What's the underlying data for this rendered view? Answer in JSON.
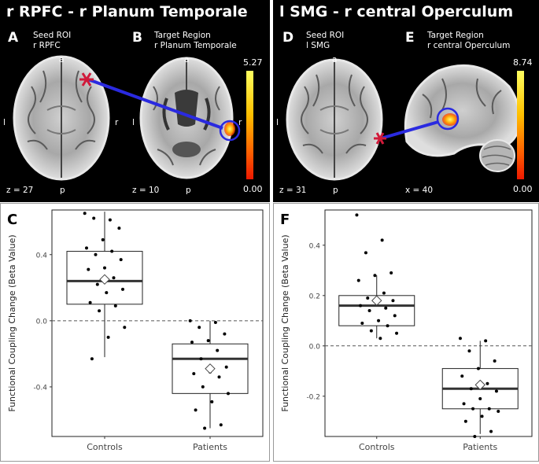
{
  "panel_left": {
    "title": "r RPFC - r Planum Temporale",
    "A": {
      "letter": "A",
      "line1": "Seed ROI",
      "line2": "r RPFC",
      "z": "z = 27"
    },
    "B": {
      "letter": "B",
      "line1": "Target Region",
      "line2": "r Planum Temporale",
      "z": "z = 10",
      "cbar_max": "5.27",
      "cbar_min": "0.00"
    }
  },
  "panel_right": {
    "title": "l SMG - r central Operculum",
    "D": {
      "letter": "D",
      "line1": "Seed ROI",
      "line2": "l SMG",
      "z": "z = 31"
    },
    "E": {
      "letter": "E",
      "line1": "Target Region",
      "line2": "r central Operculum",
      "x": "x = 40",
      "cbar_max": "8.74",
      "cbar_min": "0.00"
    }
  },
  "orient": {
    "a": "a",
    "p": "p",
    "l": "l",
    "r": "r"
  },
  "chart_data": [
    {
      "type": "box",
      "panel": "C",
      "ylabel": "Functional Coupling Change (Beta Value)",
      "categories": [
        "Controls",
        "Patients"
      ],
      "yticks": [
        -0.4,
        0.0,
        0.4
      ],
      "ylim": [
        -0.7,
        0.67
      ],
      "boxes": [
        {
          "category": "Controls",
          "min": -0.22,
          "q1": 0.1,
          "median": 0.24,
          "q3": 0.42,
          "max": 0.66,
          "mean": 0.25
        },
        {
          "category": "Patients",
          "min": -0.65,
          "q1": -0.44,
          "median": -0.23,
          "q3": -0.14,
          "max": 0.0,
          "mean": -0.29
        }
      ],
      "points": [
        {
          "category": "Controls",
          "values": [
            0.65,
            0.61,
            0.62,
            0.56,
            0.49,
            0.44,
            0.42,
            0.4,
            0.37,
            0.32,
            0.31,
            0.26,
            0.22,
            0.19,
            0.17,
            0.11,
            0.09,
            0.06,
            -0.04,
            -0.1,
            -0.23
          ]
        },
        {
          "category": "Patients",
          "values": [
            0.0,
            -0.01,
            -0.04,
            -0.08,
            -0.12,
            -0.13,
            -0.18,
            -0.23,
            -0.28,
            -0.31,
            -0.32,
            -0.34,
            -0.4,
            -0.44,
            -0.49,
            -0.54,
            -0.63,
            -0.65
          ]
        }
      ]
    },
    {
      "type": "box",
      "panel": "F",
      "ylabel": "Functional Coupling Change (Beta Value)",
      "categories": [
        "Controls",
        "Patients"
      ],
      "yticks": [
        -0.2,
        0.0,
        0.2,
        0.4
      ],
      "ylim": [
        -0.36,
        0.54
      ],
      "boxes": [
        {
          "category": "Controls",
          "min": 0.03,
          "q1": 0.08,
          "median": 0.16,
          "q3": 0.2,
          "max": 0.28,
          "mean": 0.18
        },
        {
          "category": "Patients",
          "min": -0.35,
          "q1": -0.25,
          "median": -0.17,
          "q3": -0.09,
          "max": 0.02,
          "mean": -0.155
        }
      ],
      "points": [
        {
          "category": "Controls",
          "values": [
            0.52,
            0.42,
            0.37,
            0.29,
            0.28,
            0.26,
            0.21,
            0.19,
            0.18,
            0.17,
            0.16,
            0.15,
            0.14,
            0.12,
            0.1,
            0.09,
            0.08,
            0.06,
            0.05,
            0.03
          ]
        },
        {
          "category": "Patients",
          "values": [
            0.03,
            0.02,
            -0.02,
            -0.06,
            -0.09,
            -0.12,
            -0.15,
            -0.17,
            -0.18,
            -0.21,
            -0.23,
            -0.25,
            -0.25,
            -0.26,
            -0.28,
            -0.3,
            -0.34,
            -0.36
          ]
        }
      ]
    }
  ]
}
